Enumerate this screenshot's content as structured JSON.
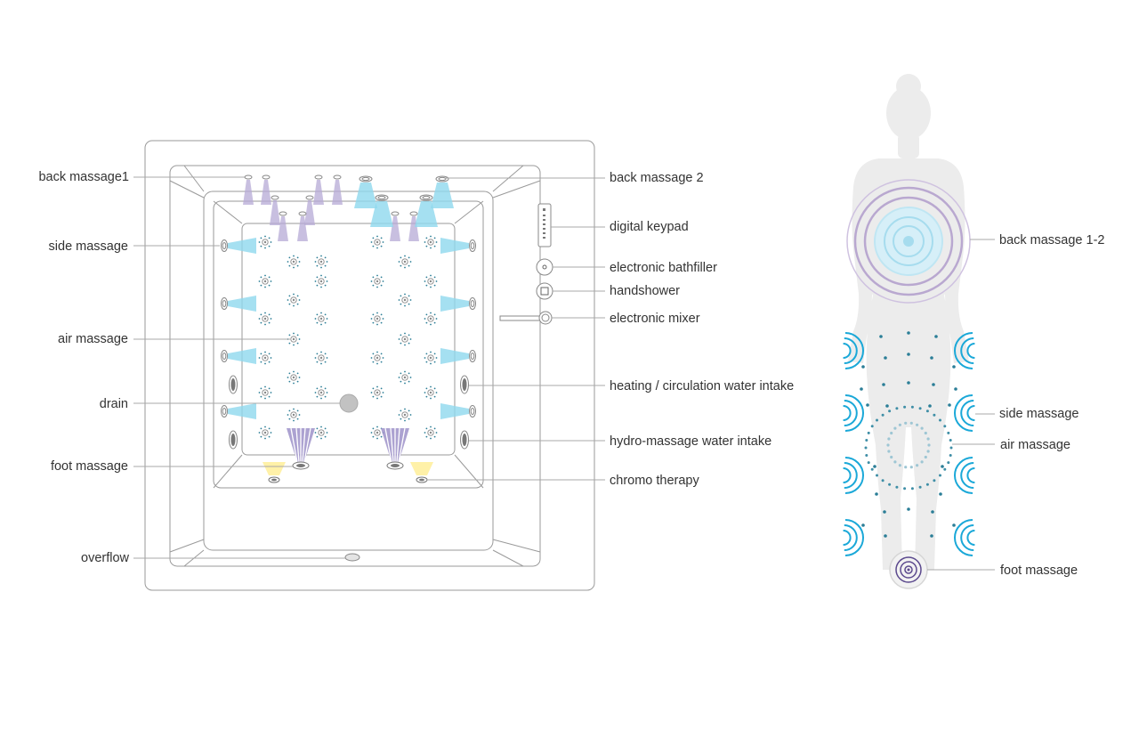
{
  "tub_labels": {
    "back_massage_1": "back massage1",
    "side_massage": "side massage",
    "air_massage": "air massage",
    "drain": "drain",
    "foot_massage": "foot massage",
    "overflow": "overflow",
    "back_massage_2": "back massage 2",
    "digital_keypad": "digital keypad",
    "electronic_bathfiller": "electronic bathfiller",
    "handshower": "handshower",
    "electronic_mixer": "electronic mixer",
    "heating_intake": "heating / circulation water intake",
    "hydro_intake": "hydro-massage water intake",
    "chromo_therapy": "chromo therapy"
  },
  "body_labels": {
    "back_massage_1_2": "back massage 1-2",
    "side_massage": "side massage",
    "air_massage": "air massage",
    "foot_massage": "foot massage"
  },
  "colors": {
    "outline": "#9a9a9a",
    "leader": "#a8a8a8",
    "water_jet": "#8fd8ee",
    "back_jet": "#b5aad6",
    "air_dot": "#2b7e97",
    "drain": "#c2c2c2",
    "chromo_light": "#fff1a8",
    "silhouette": "#ececec",
    "side_wave": "#1aa8d8",
    "back_ring": "#b9a8d0",
    "back_inner": "#bfe6f3",
    "foot_ring": "#5c4a8e"
  }
}
